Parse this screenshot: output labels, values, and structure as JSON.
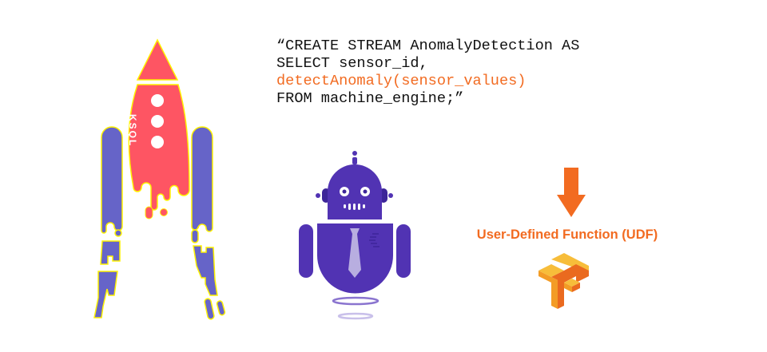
{
  "query": {
    "line1": "“CREATE STREAM AnomalyDetection AS",
    "line2": "SELECT sensor_id,",
    "line3": "detectAnomaly(sensor_values)",
    "line4": "FROM machine_engine;”"
  },
  "rocket": {
    "label": "KSQL"
  },
  "udf_label": "User-Defined Function (UDF)",
  "colors": {
    "rocket": "#fe5563",
    "booster": "#6664c8",
    "outline": "#fff200",
    "robot": "#5133b3",
    "accent": "#f26b21",
    "tf_light": "#f7bd3a",
    "tf_dark": "#ea6a1f"
  }
}
